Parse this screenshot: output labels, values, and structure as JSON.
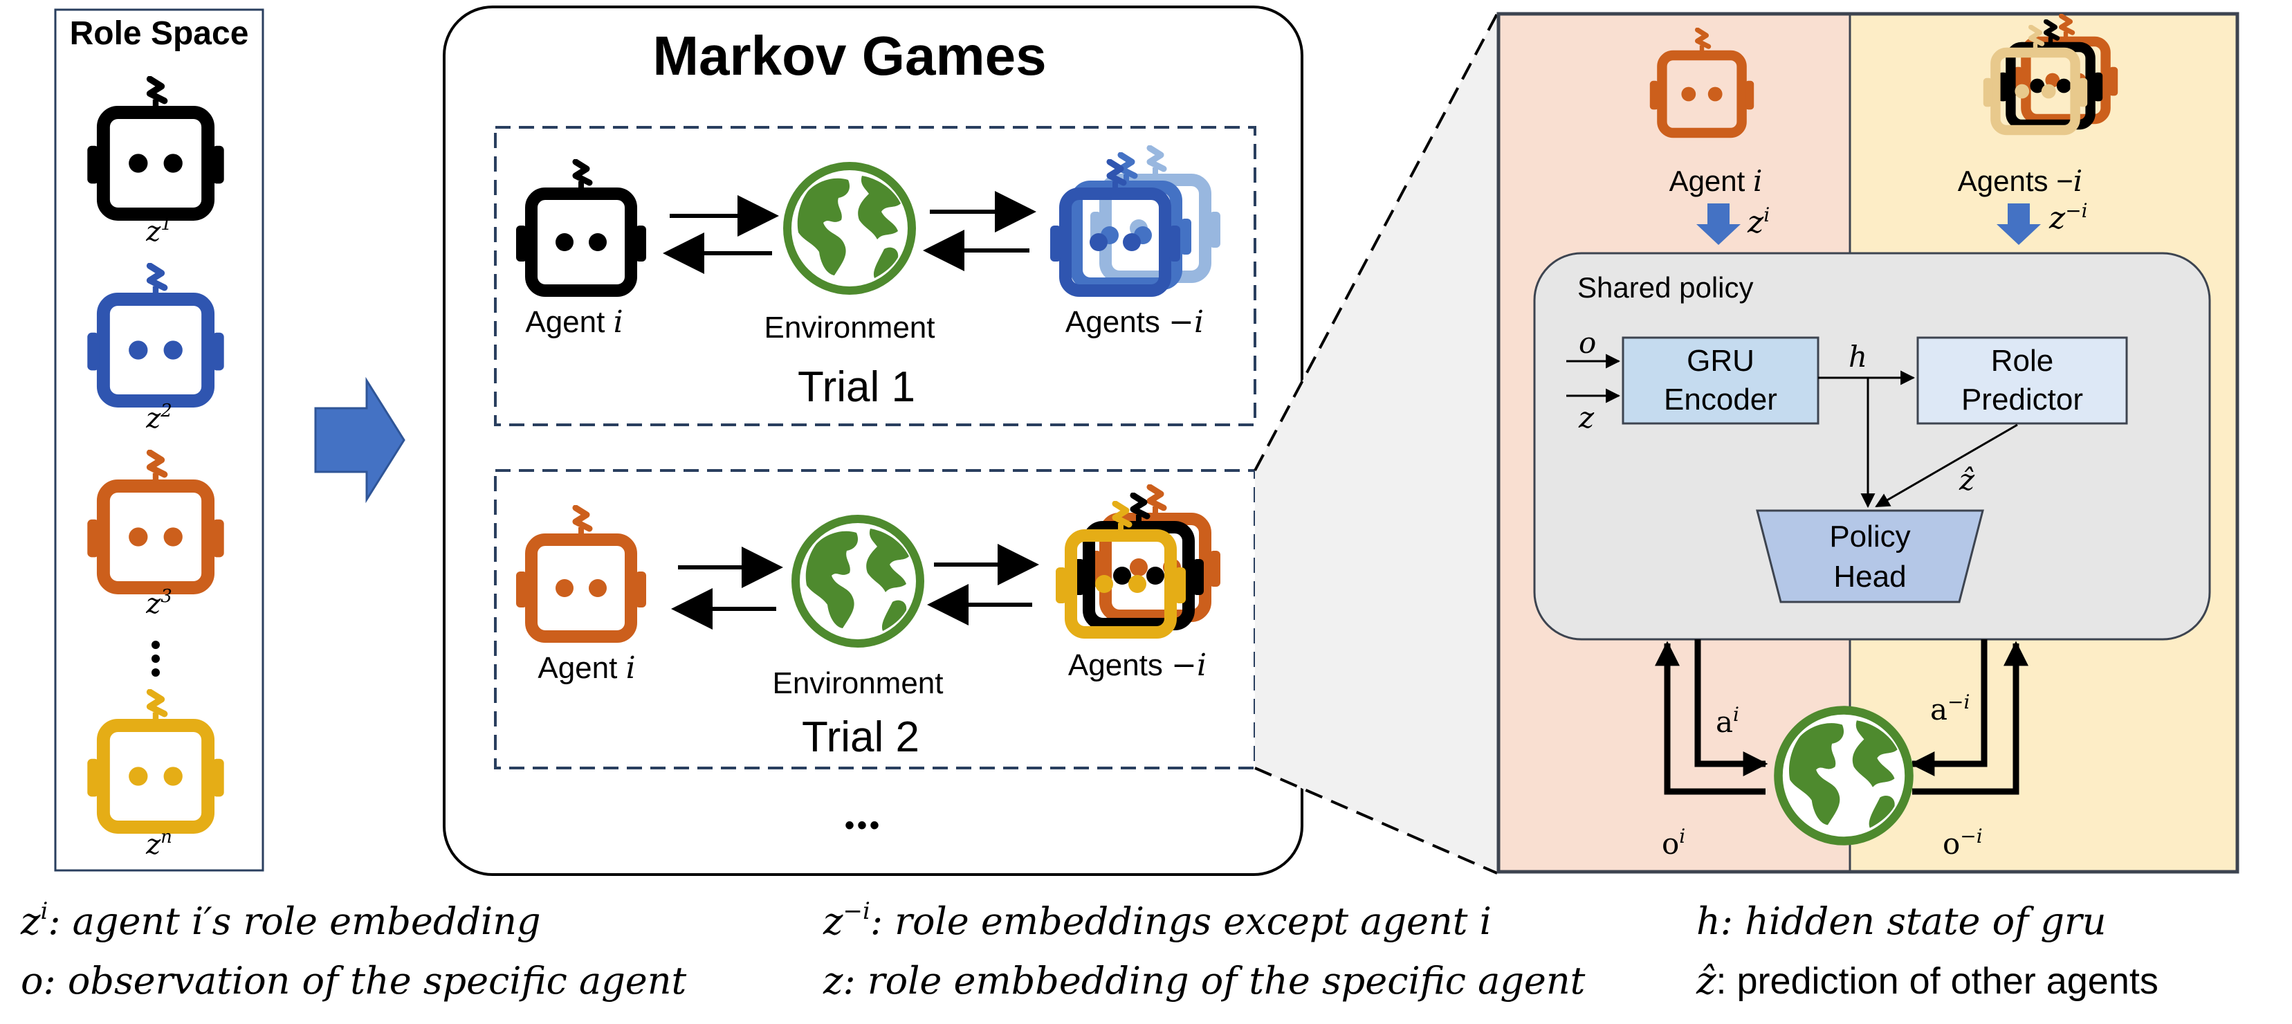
{
  "role_space": {
    "title": "Role Space",
    "labels": [
      "z",
      "z",
      "z",
      "z"
    ],
    "sups": [
      "1",
      "2",
      "3",
      "n"
    ],
    "colors": [
      "#000000",
      "#2f55b0",
      "#cc5f1c",
      "#e5ad16"
    ]
  },
  "markov": {
    "title": "Markov Games",
    "trial1": {
      "agent_i": "Agent ",
      "agent_i_var": "i",
      "environment": "Environment",
      "agents_minus": "Agents ",
      "agents_minus_var": "−i",
      "trial": "Trial 1"
    },
    "trial2": {
      "agent_i": "Agent ",
      "agent_i_var": "i",
      "environment": "Environment",
      "agents_minus": "Agents ",
      "agents_minus_var": "−i",
      "trial": "Trial 2"
    },
    "ellipsis": "•••"
  },
  "policy": {
    "agent_i": "Agent ",
    "agent_i_var": "i",
    "agents_minus": "Agents −",
    "agents_minus_var": "i",
    "z_i_base": "z",
    "z_i_sup": "i",
    "z_minus_base": "z",
    "z_minus_sup": "−i",
    "shared_policy": "Shared policy",
    "input_o": "o",
    "input_z": "z",
    "gru_line1": "GRU",
    "gru_line2": "Encoder",
    "h_label": "h",
    "role_line1": "Role",
    "role_line2": "Predictor",
    "zhat_label": "ẑ",
    "policy_head_line1": "Policy",
    "policy_head_line2": "Head",
    "a_i_base": "a",
    "a_i_sup": "i",
    "a_minus_base": "a",
    "a_minus_sup": "−i",
    "o_i_base": "o",
    "o_i_sup": "i",
    "o_minus_base": "o",
    "o_minus_sup": "−i",
    "left_bg": "#f9dfd1",
    "right_bg": "#fdedc6"
  },
  "legend": {
    "items": [
      {
        "sym": "z",
        "sup": "i",
        "text": ": agent i′s role embedding"
      },
      {
        "sym": "z",
        "sup": "−i",
        "text": ": role embeddings except agent i"
      },
      {
        "sym": "h",
        "sup": "",
        "text": ": hidden state of gru"
      },
      {
        "sym": "o",
        "sup": "",
        "text": ":  observation of the specific agent"
      },
      {
        "sym": "z",
        "sup": "",
        "text": ": role embbedding of the specific agent"
      },
      {
        "sym": "ẑ",
        "sup": "",
        "text": ": prediction of other agents"
      }
    ]
  }
}
